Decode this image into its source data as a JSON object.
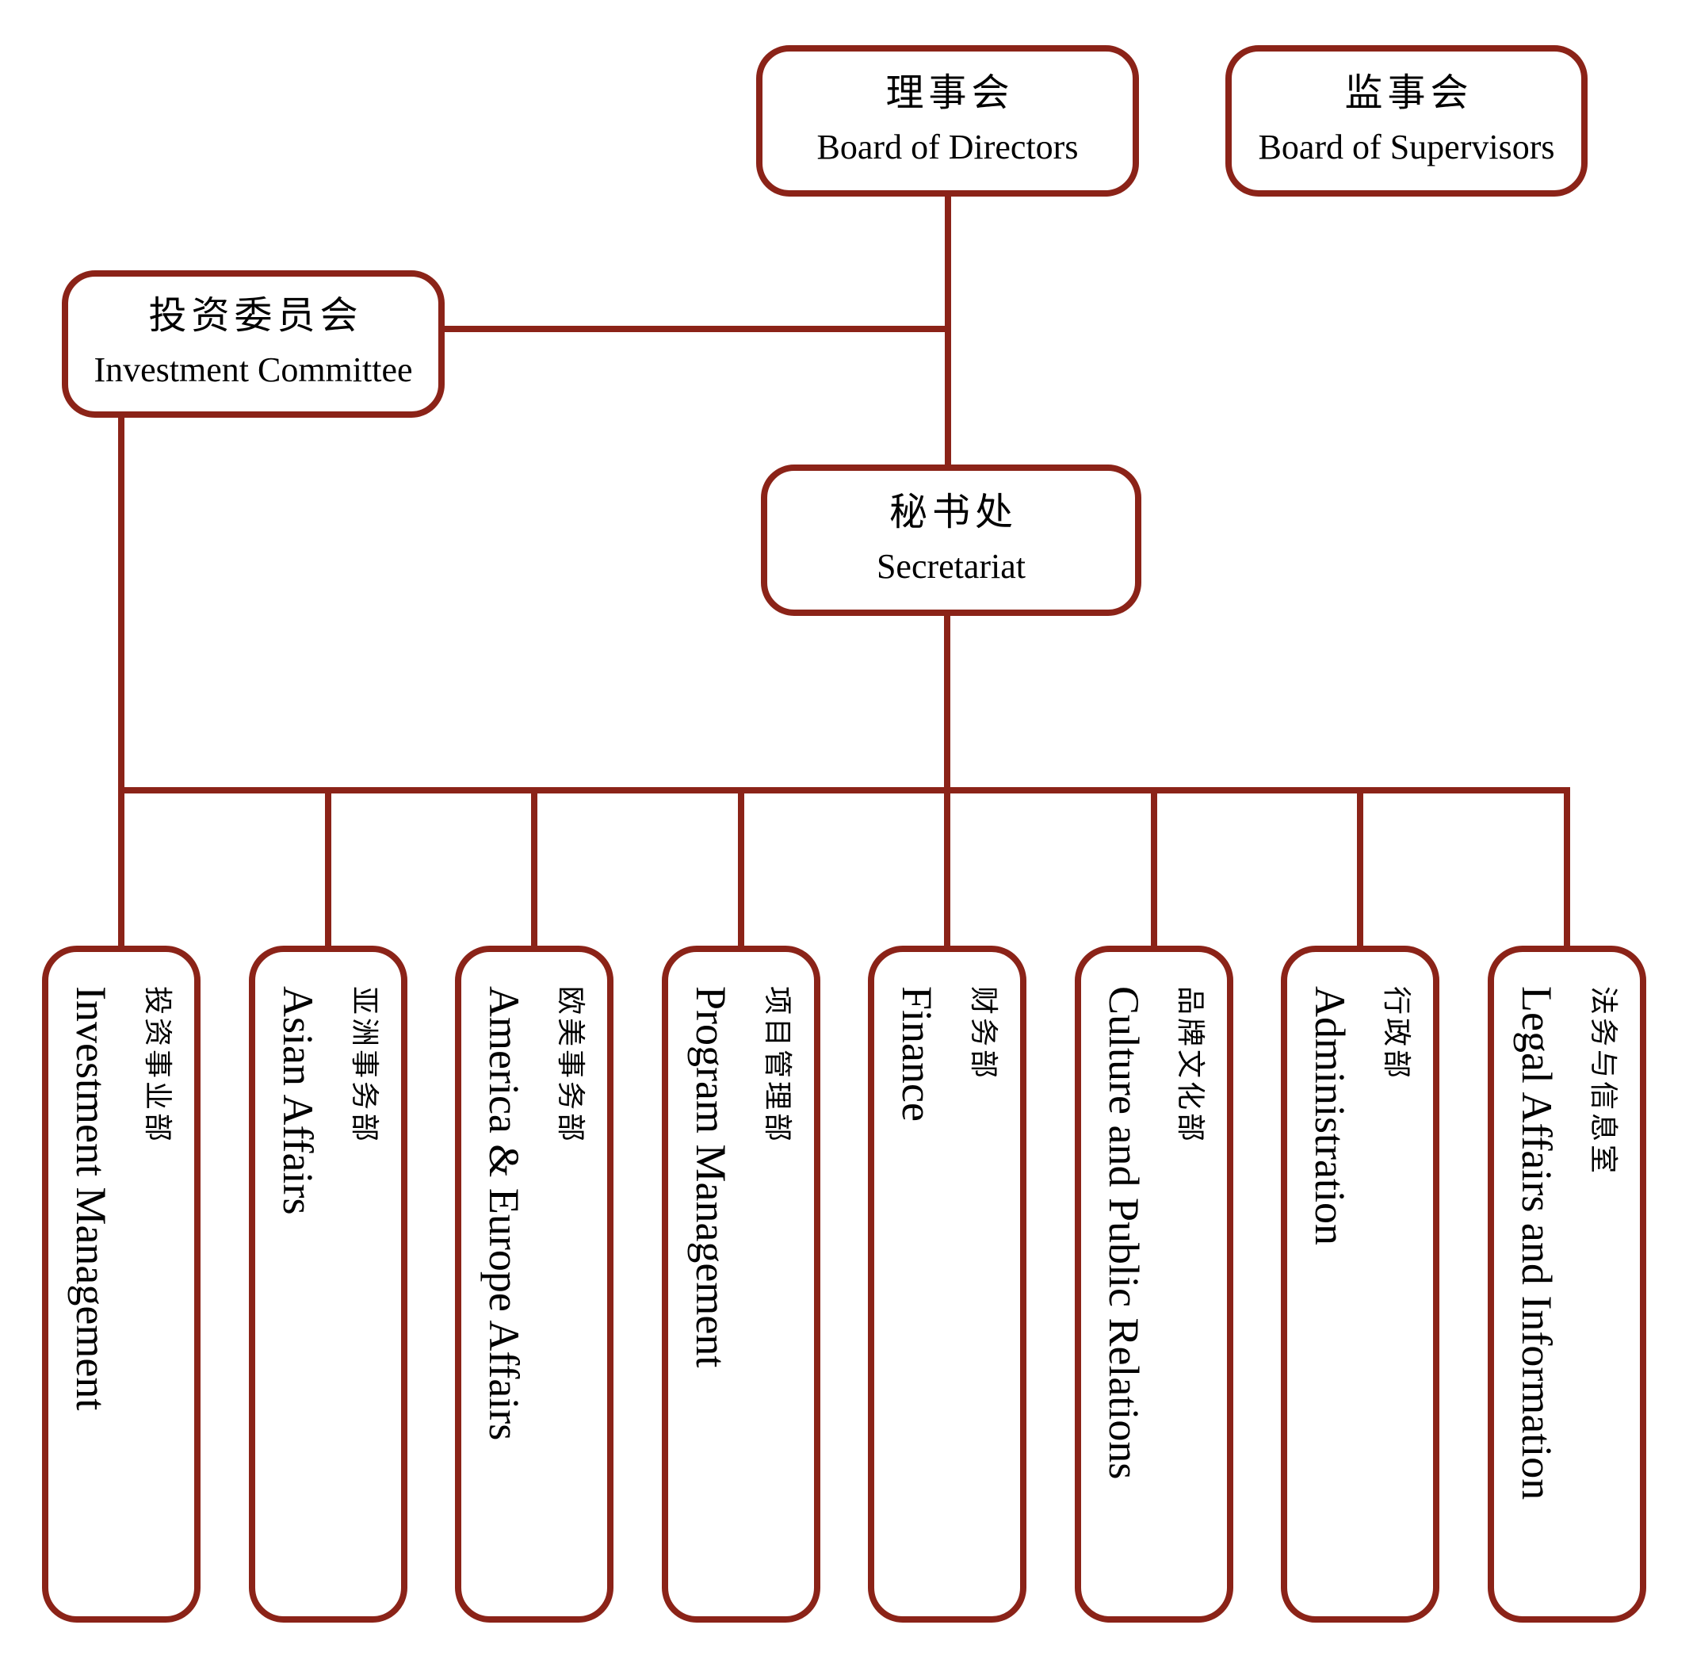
{
  "colors": {
    "line": "#8B2318",
    "text": "#000000",
    "background": "#FFFFFF"
  },
  "nodes": {
    "board": {
      "zh": "理事会",
      "en": "Board of Directors"
    },
    "supervisors": {
      "zh": "监事会",
      "en": "Board of Supervisors"
    },
    "committee": {
      "zh": "投资委员会",
      "en": "Investment Committee"
    },
    "secretariat": {
      "zh": "秘书处",
      "en": "Secretariat"
    }
  },
  "departments": [
    {
      "zh": "投资事业部",
      "en": "Investment Management"
    },
    {
      "zh": "亚洲事务部",
      "en": "Asian Affairs"
    },
    {
      "zh": "欧美事务部",
      "en": "America & Europe Affairs"
    },
    {
      "zh": "项目管理部",
      "en": "Program Management"
    },
    {
      "zh": "财务部",
      "en": "Finance"
    },
    {
      "zh": "品牌文化部",
      "en": "Culture and Public Relations"
    },
    {
      "zh": "行政部",
      "en": "Administration"
    },
    {
      "zh": "法务与信息室",
      "en": "Legal Affairs and Information"
    }
  ]
}
